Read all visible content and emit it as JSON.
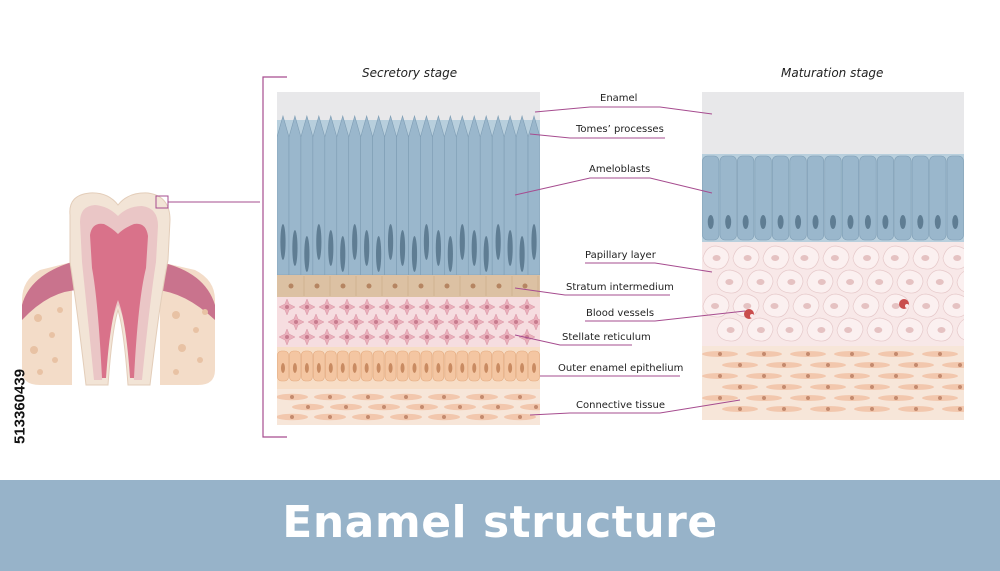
{
  "stages": {
    "secretory": "Secretory stage",
    "maturation": "Maturation stage"
  },
  "labels": [
    "Enamel",
    "Tomes’ processes",
    "Ameloblasts",
    "Papillary layer",
    "Stratum intermedium",
    "Blood vessels",
    "Stellate reticulum",
    "Outer enamel epithelium",
    "Connective tissue"
  ],
  "title": "Enamel structure",
  "stock_id": "513360439",
  "colors": {
    "banner": "#97b3c9",
    "ameloblast": "#9ab7cc",
    "enamel": "#e8e8ea",
    "stratum": "#dcc1a3",
    "stellate": "#f2c7cf",
    "outer_epithelium": "#f4c6a2",
    "connective": "#f7e1d2",
    "pulp": "#d9728a",
    "line": "#a64c8f"
  }
}
